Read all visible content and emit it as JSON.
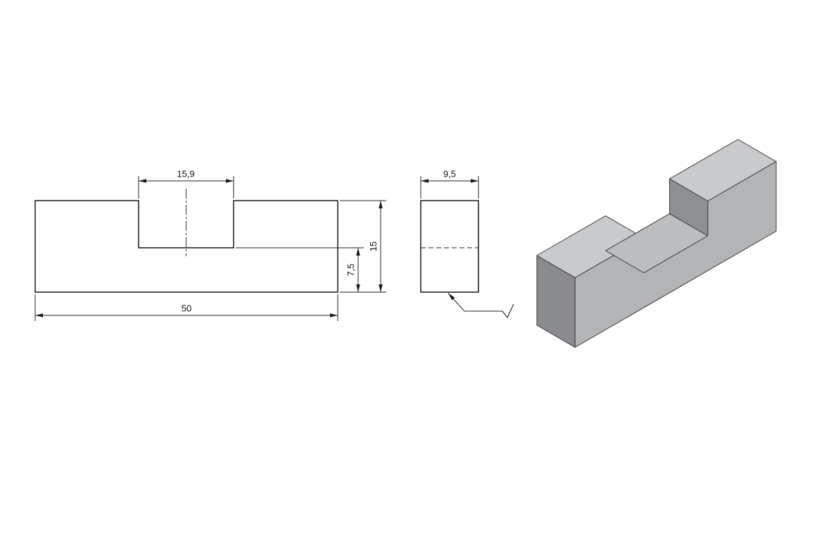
{
  "page": {
    "background": "#ffffff",
    "line_color": "#1b1b1b"
  },
  "views": {
    "front": {
      "dim_notch_width": "15,9",
      "dim_total_length": "50",
      "dim_height": "15",
      "dim_lower_height": "7,5"
    },
    "side": {
      "dim_depth": "9,5"
    },
    "iso": {
      "colors": {
        "top": "#c9cacc",
        "front": "#b3b4b6",
        "dark": "#8a8b8e",
        "floor": "#bcbdbf",
        "wall": "#8e8f92"
      }
    }
  },
  "icons": {
    "surface_finish": "surface-finish-check-symbol"
  }
}
